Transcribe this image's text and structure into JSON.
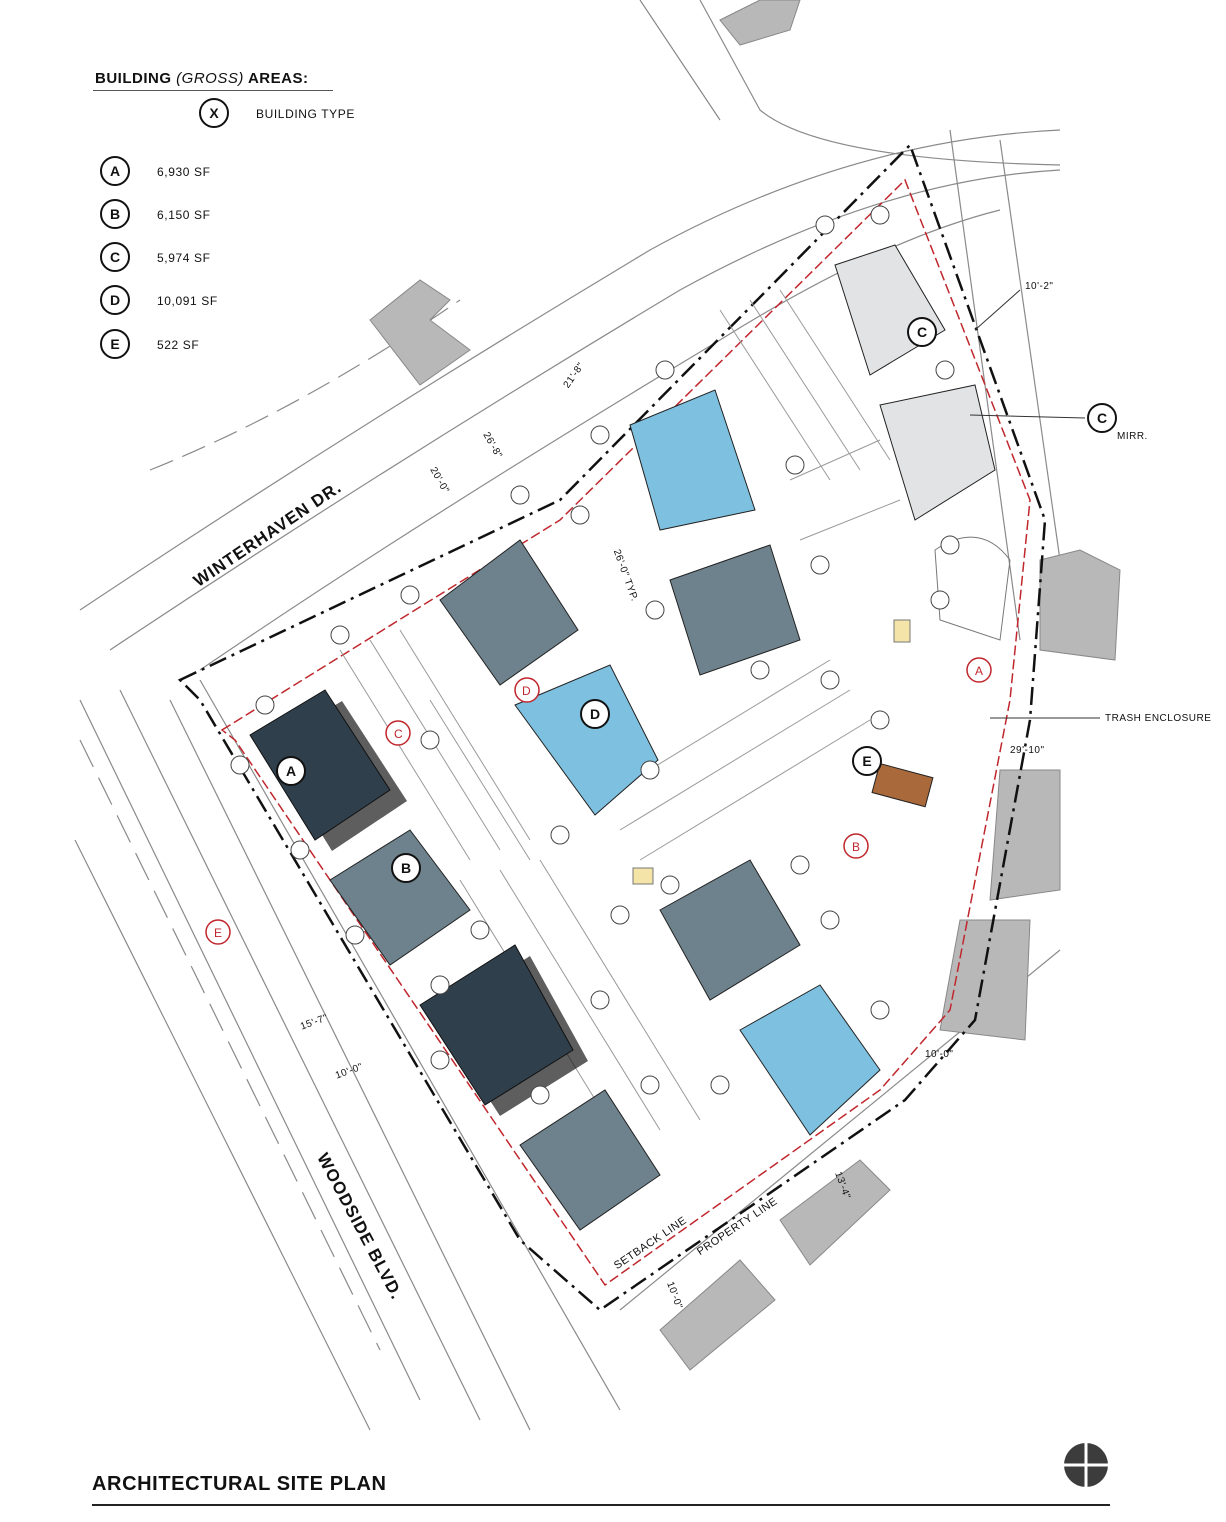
{
  "legend": {
    "title_prefix": "BUILDING ",
    "title_italic": "(GROSS)",
    "title_suffix": " AREAS:",
    "key_symbol": "X",
    "key_label": "BUILDING TYPE",
    "items": [
      {
        "type": "A",
        "area": "6,930 SF"
      },
      {
        "type": "B",
        "area": "6,150 SF"
      },
      {
        "type": "C",
        "area": "5,974 SF"
      },
      {
        "type": "D",
        "area": "10,091 SF"
      },
      {
        "type": "E",
        "area": "522 SF"
      }
    ]
  },
  "streets": {
    "north": "WINTERHAVEN DR.",
    "west": "WOODSIDE BLVD."
  },
  "callouts": {
    "setback_line": "SETBACK LINE",
    "property_line": "PROPERTY LINE",
    "trash_enclosure": "TRASH ENCLOSURE",
    "mirror": "MIRR."
  },
  "dimensions": [
    "21'-8\"",
    "26'-8\"",
    "20'-0\"",
    "26'-0\" TYP.",
    "10'-2\"",
    "29'-10\"",
    "10'-0\"",
    "15'-7\"",
    "10'-0\"",
    "13'-4\"",
    "10'-0\""
  ],
  "building_tags": [
    "A",
    "B",
    "C",
    "C",
    "D",
    "E"
  ],
  "view_markers": [
    "A",
    "B",
    "C",
    "D",
    "E"
  ],
  "colors": {
    "type_a": "#2f3f4b",
    "type_b": "#6e828d",
    "type_c": "#e1e3e4",
    "type_d": "#7ec0df",
    "type_e": "#a9693b",
    "setback_line": "#c0272d",
    "neighbor": "#b8b8b8"
  },
  "page_title": "ARCHITECTURAL SITE PLAN"
}
